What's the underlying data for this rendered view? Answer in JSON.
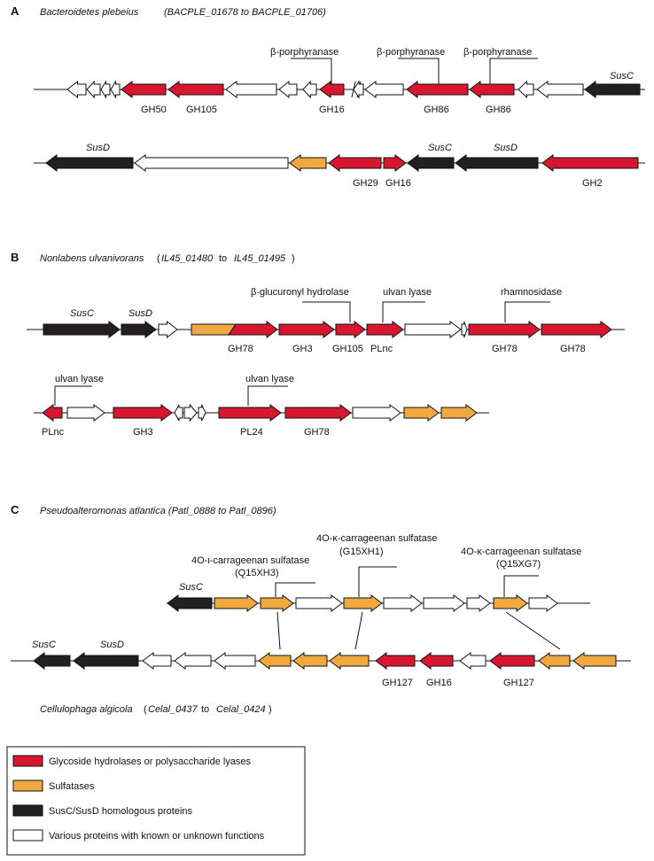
{
  "panels": {
    "A": {
      "letter": "A",
      "title_species": "Bacteroidetes plebeius",
      "title_paren": "(BACPLE_01678 to BACPLE_01706)",
      "row1": {
        "label_susc": "SusC",
        "gh": [
          "GH50",
          "GH105",
          "GH16",
          "GH86",
          "GH86"
        ],
        "annotations": [
          "β-porphyranase",
          "β-porphyranase",
          "β-porphyranase"
        ]
      },
      "row2": {
        "label_susd": "SusD",
        "label_susc": "SusC",
        "label_susd2": "SusD",
        "gh": [
          "GH29",
          "GH16",
          "GH2"
        ]
      }
    },
    "B": {
      "letter": "B",
      "title_species": "Nonlabens ulvanivorans",
      "title_paren_a": "(",
      "title_id1": "IL45_01480",
      "title_to": "to",
      "title_id2": "IL45_01495",
      "title_paren_b": ")",
      "row1": {
        "label_susc": "SusC",
        "label_susd": "SusD",
        "gh": [
          "GH78",
          "GH3",
          "GH105",
          "PLnc",
          "GH78",
          "GH78"
        ],
        "annotations": [
          "β-glucuronyl hydrolase",
          "ulvan lyase",
          "rhamnosidase"
        ]
      },
      "row2": {
        "gh": [
          "PLnc",
          "GH3",
          "PL24",
          "GH78"
        ],
        "annotations": [
          "ulvan lyase",
          "ulvan lyase"
        ]
      }
    },
    "C": {
      "letter": "C",
      "title": "Pseudoalteromonas atlantica (Patl_0888 to Patl_0896)",
      "row1": {
        "label_susc": "SusC",
        "ann1_l1": "4O-ι-carrageenan sulfatase",
        "ann1_l2": "(Q15XH3)",
        "ann2_l1": "4O-κ-carrageenan sulfatase",
        "ann2_l2": "(G15XH1)",
        "ann3_l1": "4O-κ-carrageenan sulfatase",
        "ann3_l2": "(Q15XG7)"
      },
      "row2": {
        "label_susc": "SusC",
        "label_susd": "SusD",
        "gh": [
          "GH127",
          "GH16",
          "GH127"
        ]
      },
      "bottom_species": "Cellulophaga algicola",
      "bottom_paren_a": "(",
      "bottom_id1": "Celal_0437",
      "bottom_to": "to",
      "bottom_id2": "Celal_0424",
      "bottom_paren_b": ")"
    }
  },
  "legend": {
    "items": [
      {
        "label": "Glycoside hydrolases or polysaccharide lyases",
        "color": "#d7172f"
      },
      {
        "label": "Sulfatases",
        "color": "#f0a940"
      },
      {
        "label": "SusC/SusD homologous proteins",
        "color": "#231f20"
      },
      {
        "label": "Various proteins with known or unknown functions",
        "color": "#ffffff"
      }
    ]
  },
  "colors": {
    "gh": "#d7172f",
    "sulf": "#f0a940",
    "sus": "#231f20",
    "other": "#ffffff"
  }
}
